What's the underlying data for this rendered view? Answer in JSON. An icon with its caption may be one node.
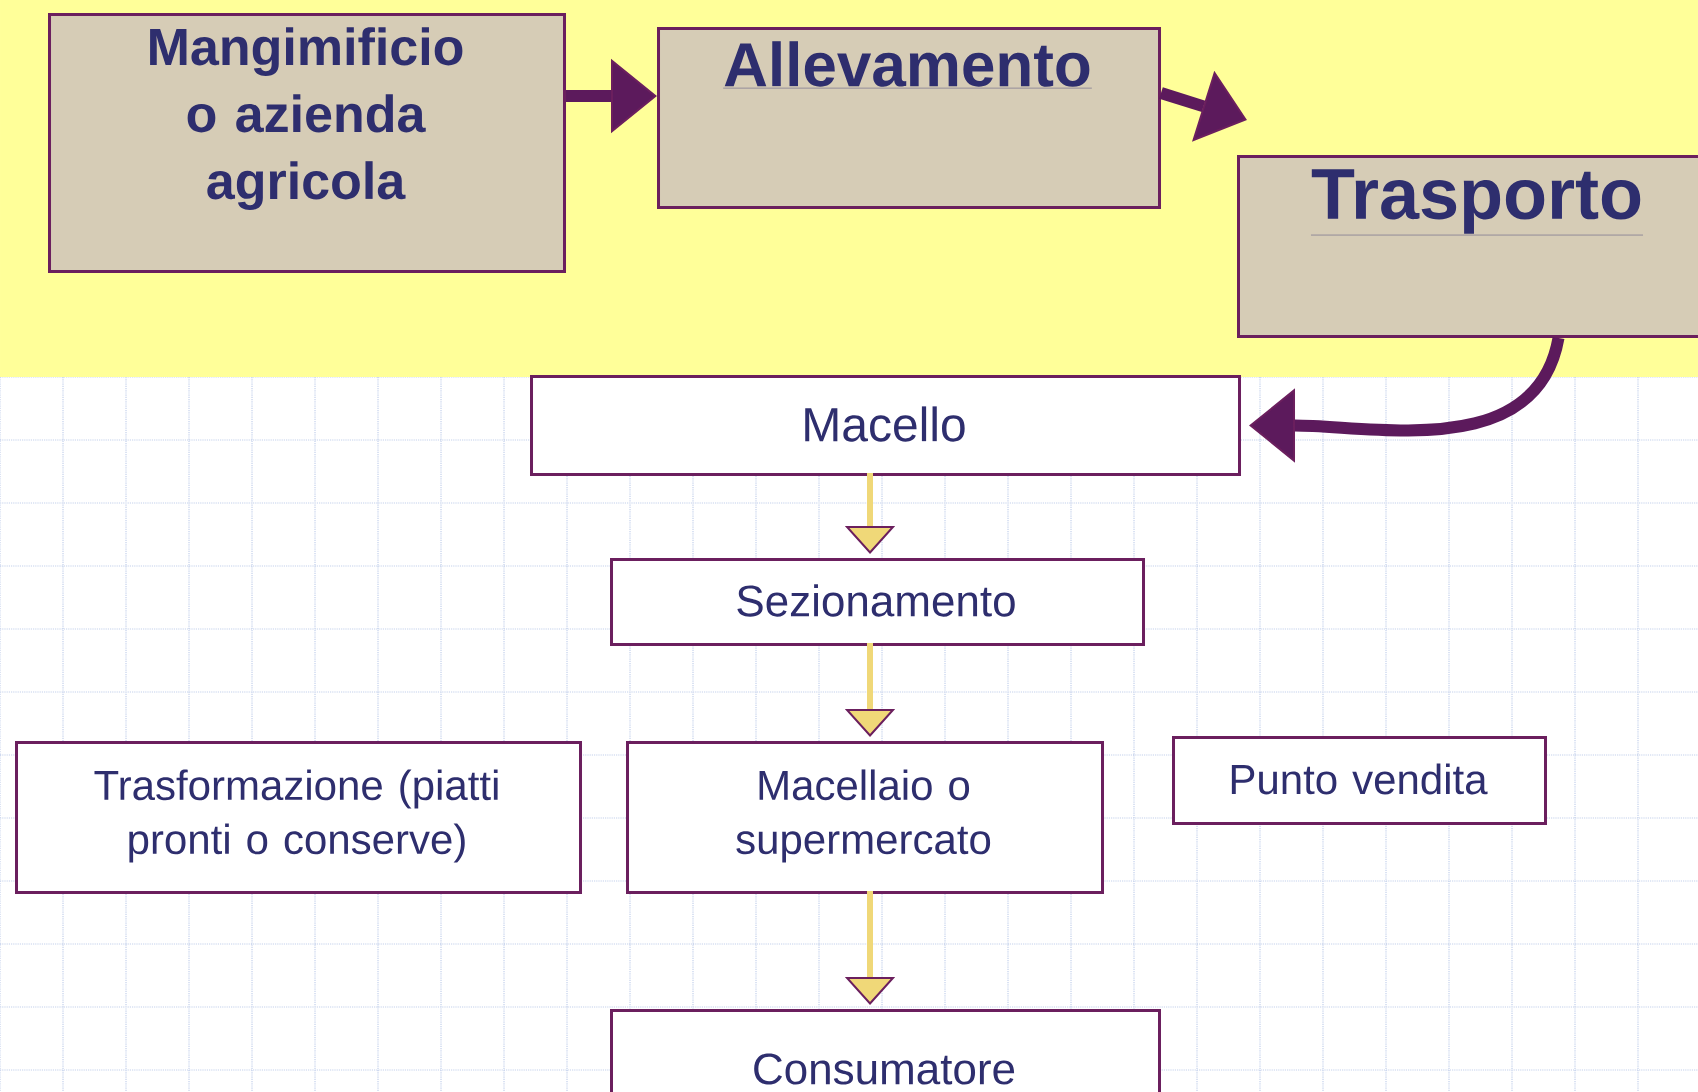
{
  "diagram": {
    "nodes": [
      {
        "text": [
          "Mangimificio o azienda agricola"
        ]
      },
      {
        "text": [
          "Allevamento"
        ]
      },
      {
        "text": [
          "Trasporto"
        ]
      },
      {
        "text": [
          "Macello"
        ]
      },
      {
        "text": [
          "Sezionamento"
        ]
      },
      {
        "text": [
          "Trasformazione (piatti pronti o conserve)"
        ]
      },
      {
        "text": [
          "Macellaio o supermercato"
        ]
      },
      {
        "text": [
          "Punto vendita"
        ]
      },
      {
        "text": [
          "Consumatore"
        ]
      }
    ],
    "edges": [
      {
        "from": 0,
        "to": 1,
        "arrow": "to",
        "style": "thick",
        "color": "#5c1a5c"
      },
      {
        "from": 1,
        "to": 2,
        "arrow": "to",
        "style": "thick",
        "color": "#5c1a5c"
      },
      {
        "from": 2,
        "to": 3,
        "arrow": "to",
        "style": "thick",
        "color": "#5c1a5c"
      },
      {
        "from": 3,
        "to": 4,
        "arrow": "to",
        "color": "#f0d878"
      },
      {
        "from": 4,
        "to": 6,
        "arrow": "to",
        "color": "#f0d878"
      },
      {
        "from": 6,
        "to": 8,
        "arrow": "to",
        "color": "#f0d878"
      }
    ]
  }
}
